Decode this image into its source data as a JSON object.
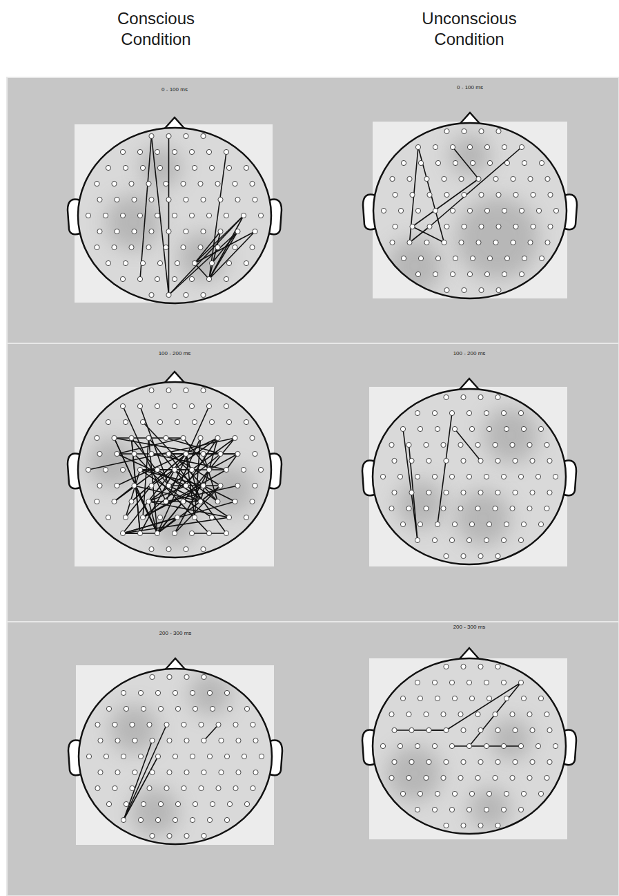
{
  "diagram": {
    "labels": [
      "Conscious Condition",
      "Unconscious Condition",
      "0 - 100 ms",
      "0 - 100 ms",
      "100 - 200 ms",
      "100 - 200 ms",
      "200 - 300 ms",
      "200 - 300 ms"
    ]
  }
}
